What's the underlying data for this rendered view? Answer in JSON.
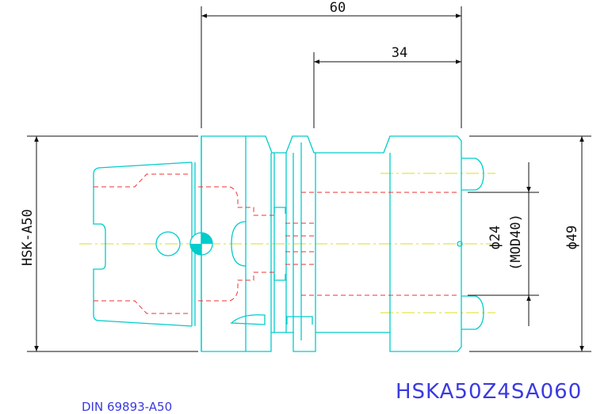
{
  "drawing": {
    "dimensions": {
      "overall_length": "60",
      "flange_to_end": "34",
      "bore_diameter": "ϕ24",
      "bore_note": "(MOD40)",
      "outer_diameter": "ϕ49",
      "interface": "HSK-A50"
    },
    "part_code": "HSKA50Z4SA060",
    "standard": "DIN 69893-A50"
  },
  "colors": {
    "outline": "#00cccc",
    "hidden_lines": "#ee3333",
    "center_lines": "#dddd22",
    "dimensions": "#111111",
    "captions": "#3a3ae0"
  }
}
